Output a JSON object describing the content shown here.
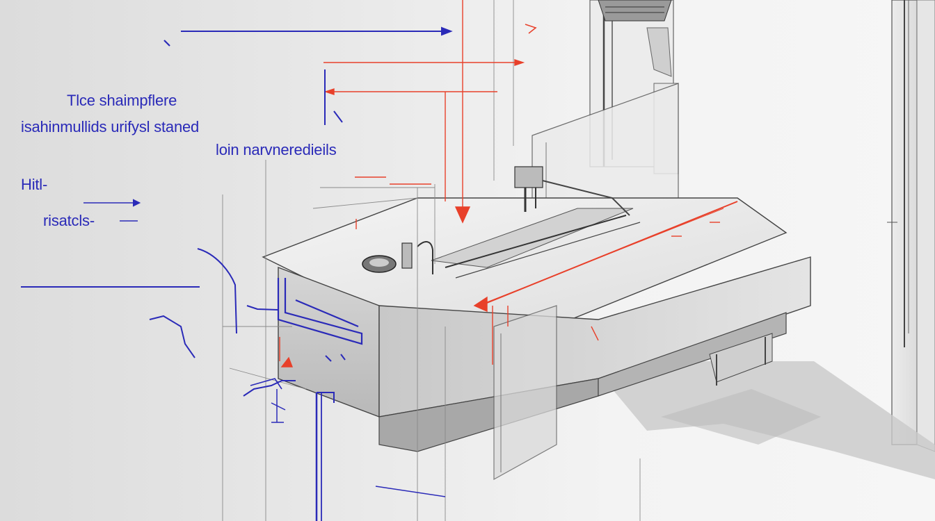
{
  "colors": {
    "annotation_blue": "#2a2ab8",
    "dimension_red": "#e8402a",
    "outline": "#3a3a3a",
    "shadow": "#c4c4c4"
  },
  "labels": {
    "line1": "Tlce shaimpflere",
    "line2": "isahinmullids urifysl staned",
    "line3": "loin narvneredieils",
    "line4": "Hitl-",
    "line5": "risatcls-"
  }
}
